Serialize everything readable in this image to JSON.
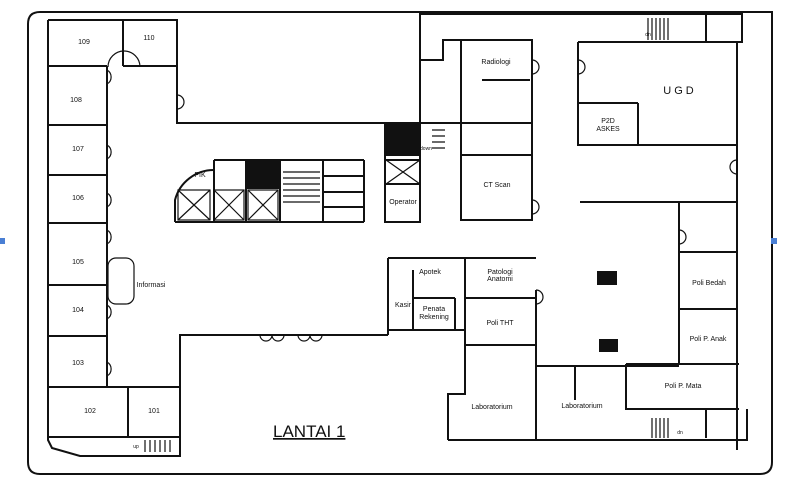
{
  "title": "LANTAI 1",
  "rooms": {
    "r109": "109",
    "r110": "110",
    "r108": "108",
    "r107": "107",
    "r106": "106",
    "r105": "105",
    "r104": "104",
    "r103": "103",
    "r102": "102",
    "r101": "101",
    "informasi": "Informasi",
    "pik": "PIK",
    "operator": "Operator",
    "radiologi": "Radiologi",
    "ct_scan": "CT Scan",
    "ugd": "UGD",
    "p2d_1": "P2D",
    "p2d_2": "ASKES",
    "apotek": "Apotek",
    "kasir": "Kasir",
    "penata_1": "Penata",
    "penata_2": "Rekening",
    "patologi_1": "Patologi",
    "patologi_2": "Anatomi",
    "poli_tht": "Poli THT",
    "lab_1": "Laboratorium",
    "lab_2": "Laboratorium",
    "poli_bedah": "Poli Bedah",
    "poli_anak": "Poli P. Anak",
    "poli_mata": "Poli P. Mata"
  },
  "stair_labels": {
    "dn1": "dn",
    "dn2": "dn",
    "down1": "down",
    "up1": "up"
  },
  "colors": {
    "wall": "#111111",
    "background": "#ffffff",
    "marker": "#4a7fd4"
  }
}
